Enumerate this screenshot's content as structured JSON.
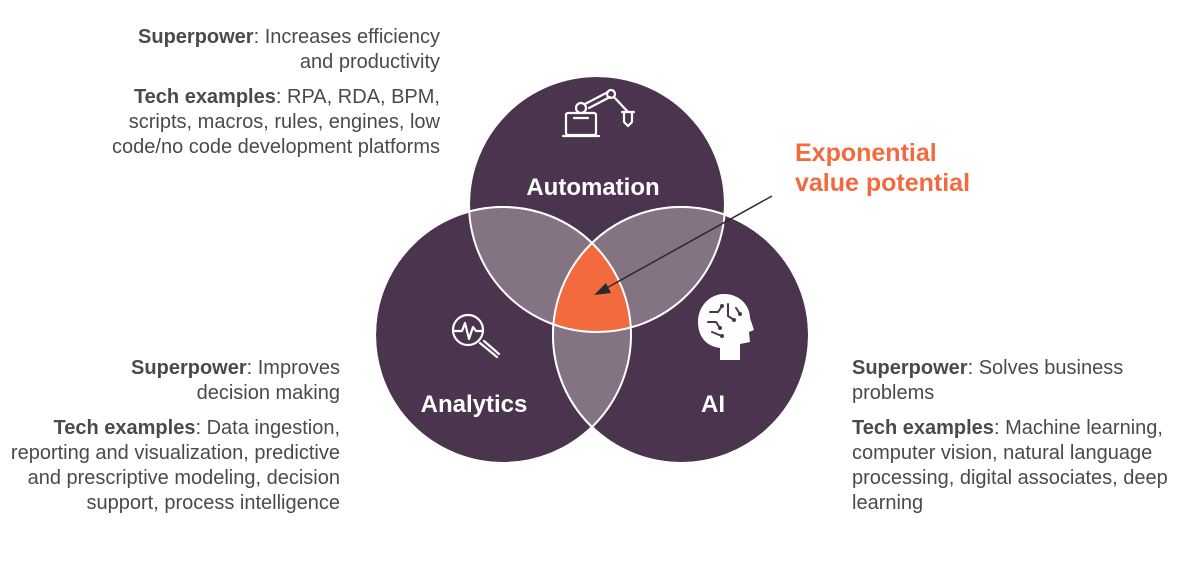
{
  "circles": {
    "automation": {
      "label": "Automation",
      "icon": "robot-arm-icon"
    },
    "analytics": {
      "label": "Analytics",
      "icon": "chart-magnifier-icon"
    },
    "ai": {
      "label": "AI",
      "icon": "brain-head-icon"
    }
  },
  "callout": {
    "line1": "Exponential",
    "line2": "value potential"
  },
  "descriptions": {
    "automation": {
      "superpower_label": "Superpower",
      "superpower_text": "Increases efficiency and productivity",
      "tech_label": "Tech examples",
      "tech_text": "RPA, RDA, BPM, scripts, macros, rules, engines, low code/no code development platforms"
    },
    "analytics": {
      "superpower_label": "Superpower",
      "superpower_text": "Improves decision making",
      "tech_label": "Tech examples",
      "tech_text": "Data ingestion, reporting and visualization, predictive and prescriptive modeling, decision support, process intelligence"
    },
    "ai": {
      "superpower_label": "Superpower",
      "superpower_text": "Solves business problems",
      "tech_label": "Tech examples",
      "tech_text": "Machine learning, computer vision, natural language processing, digital associates, deep learning"
    }
  },
  "colors": {
    "circle": "#4b344e",
    "pair_overlap": "#847382",
    "center": "#f26a3d",
    "text": "#4a4a4a",
    "accent": "#f26a3d"
  }
}
